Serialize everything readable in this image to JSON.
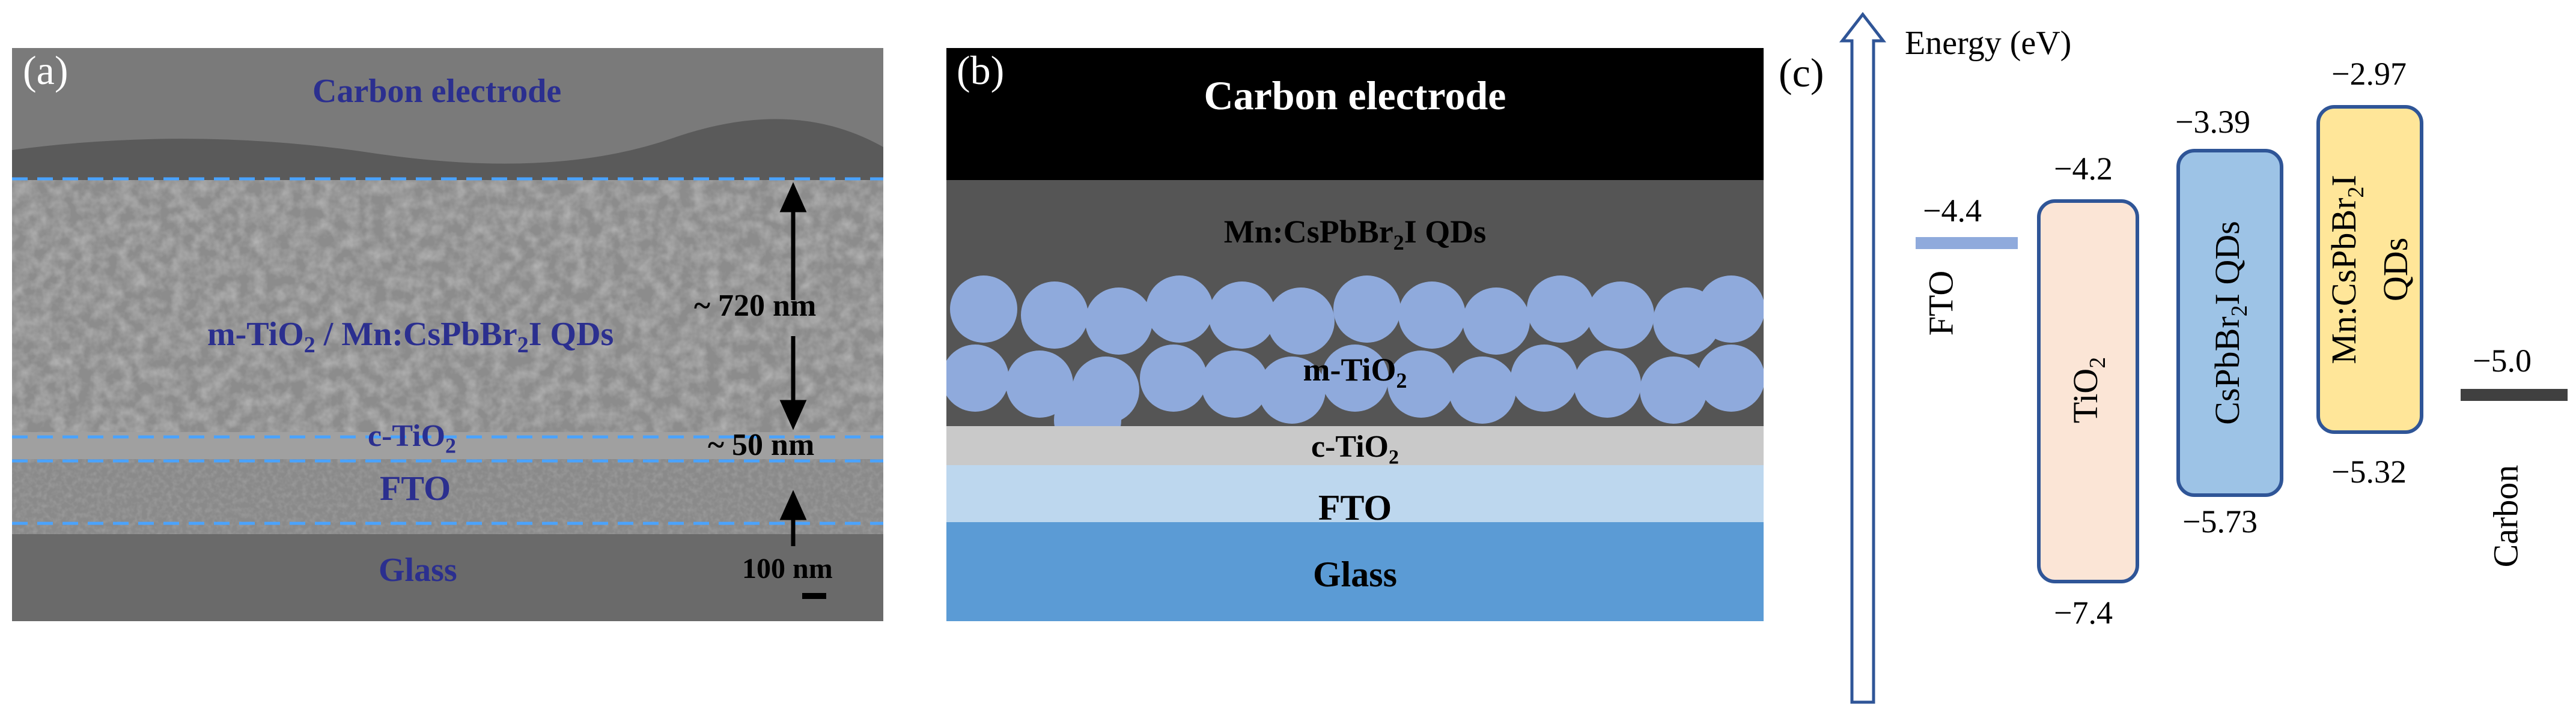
{
  "panel_a": {
    "tag": "(a)",
    "layers": {
      "carbon": "Carbon electrode",
      "mesoporous_line1": "m-TiO",
      "mesoporous_sub": "2",
      "mesoporous_line2": " / Mn:CsPbBr",
      "mesoporous_sub2": "2",
      "mesoporous_line3": "I QDs",
      "compact": "c-TiO",
      "compact_sub": "2",
      "fto": "FTO",
      "glass": "Glass"
    },
    "thickness_top": "~ 720 nm",
    "thickness_bottom": "~ 50 nm",
    "scale_bar": "100 nm",
    "colors": {
      "label": "#2b2f8f",
      "dashed": "#4aa3ff"
    }
  },
  "panel_b": {
    "tag": "(b)",
    "layers": {
      "carbon": "Carbon electrode",
      "qds_main": "Mn:CsPbBr",
      "qds_sub": "2",
      "qds_tail": "I QDs",
      "mtio2": "m-TiO",
      "mtio2_sub": "2",
      "ctio2": "c-TiO",
      "ctio2_sub": "2",
      "fto": "FTO",
      "glass": "Glass"
    },
    "colors": {
      "carbon": "#000000",
      "qds": "#555555",
      "spheres": "#8faadc",
      "ctio2": "#c9c9c9",
      "fto": "#bdd7ee",
      "glass": "#5b9bd5"
    }
  },
  "panel_c": {
    "tag": "(c)",
    "axis_label": "Energy (eV)",
    "fto": {
      "name": "FTO",
      "level": "−4.4"
    },
    "tio2": {
      "name": "TiO",
      "sub": "2",
      "cb": "−4.2",
      "vb": "−7.4"
    },
    "cspbbr2i": {
      "name_a": "CsPbBr",
      "sub": "2",
      "name_b": "I QDs",
      "cb": "−3.39",
      "vb": "−5.73"
    },
    "mn_cspbbr2i": {
      "name_a": "Mn:CsPbBr",
      "sub": "2",
      "name_b": "I",
      "name_c": "QDs",
      "cb": "−2.97",
      "vb": "−5.32"
    },
    "carbon": {
      "name": "Carbon",
      "level": "−5.0"
    },
    "colors": {
      "fto": "#8faadc",
      "tio2_fill": "#fbe5d6",
      "tio2_stroke": "#2f5597",
      "cspb_fill": "#9dc3e6",
      "mn_fill": "#ffe699",
      "carbon": "#404040",
      "arrow": "#2f5597"
    }
  }
}
